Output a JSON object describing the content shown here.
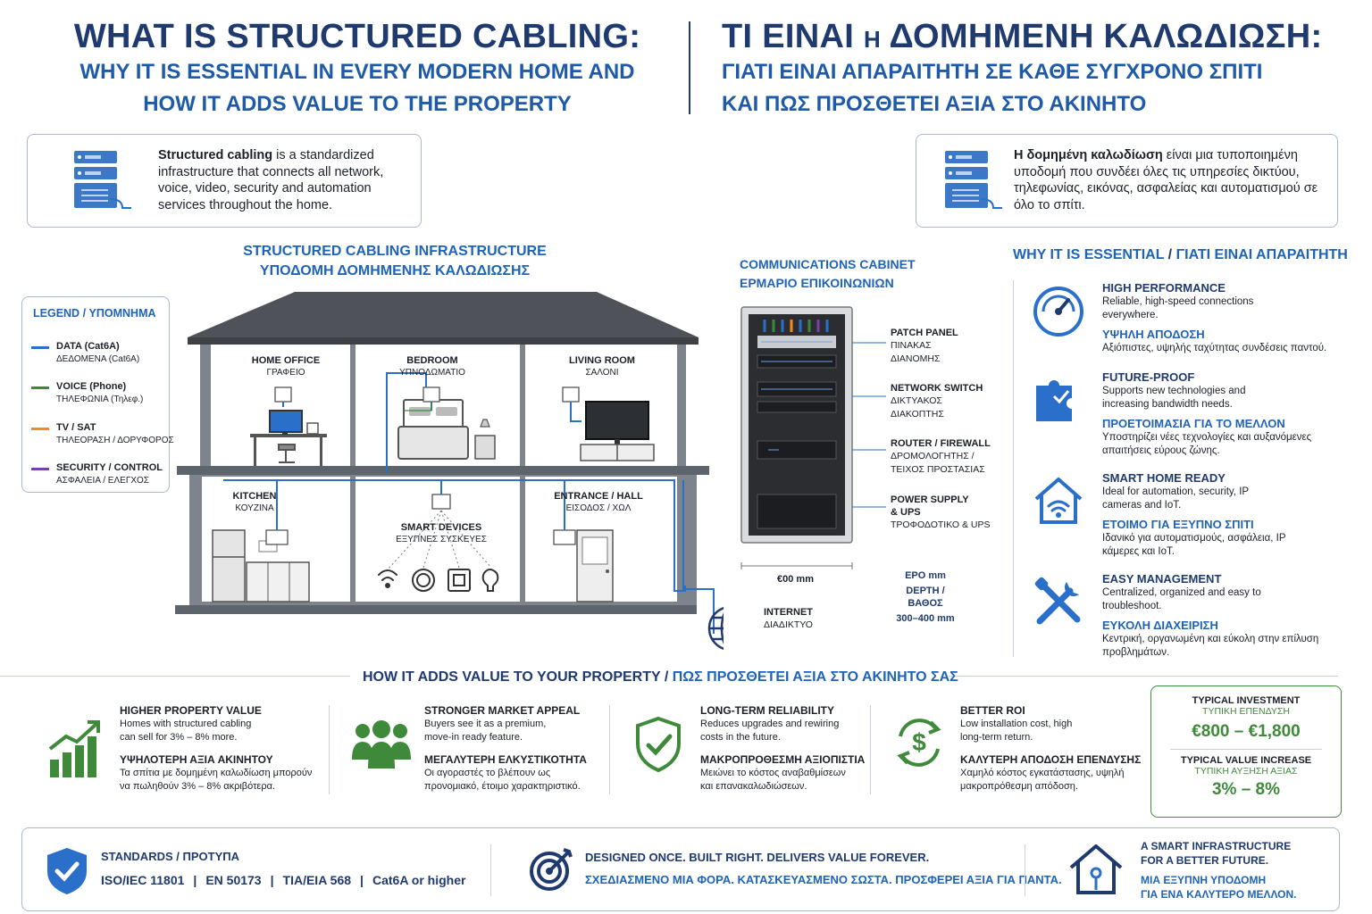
{
  "title_en": {
    "line1": "WHAT IS STRUCTURED CABLING:",
    "line2": "WHY IT IS ESSENTIAL IN EVERY MODERN HOME AND",
    "line3": "HOW IT ADDS VALUE TO THE PROPERTY"
  },
  "title_gr": {
    "line1a": "ΤΙ ΕΙΝΑΙ ",
    "line1b": "Η",
    "line1c": " ΔΟΜΗΜΕΝΗ ΚΑΛΩΔΙΩΣΗ:",
    "line2": "ΓΙΑΤΙ ΕΙΝΑΙ ΑΠΑΡΑΙΤΗΤΗ ΣΕ ΚΑΘΕ ΣΥΓΧΡΟΝΟ ΣΠΙΤΙ",
    "line3": "ΚΑΙ ΠΩΣ ΠΡΟΣΘΕΤΕΙ ΑΞΙΑ ΣΤΟ ΑΚΙΝΗΤΟ"
  },
  "intro_en": {
    "bold": "Structured cabling",
    "rest": " is a standardized infrastructure that connects all network, voice, video, security and automation services throughout the home."
  },
  "intro_gr": {
    "bold": "Η δομημένη καλωδίωση",
    "rest": " είναι μια τυποποιημένη υποδομή που συνδέει όλες τις υπηρεσίες δικτύου, τηλεφωνίας, εικόνας, ασφαλείας και αυτοματισμού σε όλο το σπίτι."
  },
  "infra": {
    "title_en": "STRUCTURED CABLING INFRASTRUCTURE",
    "title_gr": "ΥΠΟΔΟΜΗ ΔΟΜΗΜΕΝΗΣ ΚΑΛΩΔΙΩΣΗΣ"
  },
  "legend": {
    "title_en": "LEGEND",
    "sep": " / ",
    "title_gr": "ΥΠΟΜΝΗΜΑ",
    "items": [
      {
        "en": "DATA (Cat6A)",
        "gr": "ΔΕΔΟΜΕΝΑ (Cat6A)",
        "color": "#2a6fc9"
      },
      {
        "en": "VOICE (Phone)",
        "gr": "ΤΗΛΕΦΩΝΙΑ (Τηλεφ.)",
        "color": "#3e8a3a"
      },
      {
        "en": "TV / SAT",
        "gr": "ΤΗΛΕΟΡΑΣΗ / ΔΟΡΥΦΟΡΟΣ",
        "color": "#f28c1b"
      },
      {
        "en": "SECURITY / CONTROL",
        "gr": "ΑΣΦΑΛΕΙΑ / ΕΛΕΓΧΟΣ",
        "color": "#7a3fb0"
      }
    ]
  },
  "rooms": {
    "office": {
      "en": "HOME OFFICE",
      "gr": "ΓΡΑΦΕΙΟ"
    },
    "bedroom": {
      "en": "BEDROOM",
      "gr": "ΥΠΝΟΔΩΜΑΤΙΟ"
    },
    "living": {
      "en": "LIVING ROOM",
      "gr": "ΣΑΛΟΝΙ"
    },
    "kitchen": {
      "en": "KITCHEN",
      "gr": "ΚΟΥΖΙΝΑ"
    },
    "smart": {
      "en": "SMART DEVICES",
      "gr": "ΕΞΥΠΝΕΣ ΣΥΣΚΕΥΕΣ"
    },
    "entrance": {
      "en": "ENTRANCE / HALL",
      "gr": "ΕΙΣΟΔΟΣ / ΧΩΛ"
    }
  },
  "internet": {
    "en": "INTERNET",
    "gr": "ΔΙΑΔΙΚΤΥΟ"
  },
  "cabinet": {
    "title_en": "COMMUNICATIONS CABINET",
    "title_gr": "ΕΡΜΑΡΙΟ ΕΠΙΚΟΙΝΩΝΙΩΝ",
    "labels": [
      {
        "en": "PATCH PANEL",
        "gr": "ΠΙΝΑΚΑΣ ΔΙΑΝΟΜΗΣ"
      },
      {
        "en": "NETWORK SWITCH",
        "gr": "ΔΙΚΤΥΑΚΟΣ ΔΙΑΚΟΠΤΗΣ"
      },
      {
        "en": "ROUTER / FIREWALL",
        "gr": "ΔΡΟΜΟΛΟΓΗΤΗΣ / ΤΕΙΧΟΣ ΠΡΟΣΤΑΣΙΑΣ"
      },
      {
        "en": "POWER SUPPLY & UPS",
        "gr": "ΤΡΟΦΟΔΟΤΙΚΟ & UPS"
      }
    ],
    "width": "€00 mm",
    "depth_top": "ΕΡΟ mm",
    "depth_label": "DEPTH / ΒΑΘΟΣ",
    "depth_value": "300–400 mm"
  },
  "essential": {
    "title_en": "WHY IT IS ESSENTIAL",
    "sep": " / ",
    "title_gr": "ΓΙΑΤΙ ΕΙΝΑΙ ΑΠΑΡΑΙΤΗΤΗ",
    "items": [
      {
        "icon": "gauge-icon",
        "en_t": "HIGH PERFORMANCE",
        "en_d": "Reliable, high-speed connections everywhere.",
        "gr_t": "ΥΨΗΛΗ ΑΠΟΔΟΣΗ",
        "gr_d": "Αξιόπιστες, υψηλής ταχύτητας συνδέσεις παντού."
      },
      {
        "icon": "puzzle-icon",
        "en_t": "FUTURE-PROOF",
        "en_d": "Supports new technologies and increasing bandwidth needs.",
        "gr_t": "ΠΡΟΕΤΟΙΜΑΣΙΑ ΓΙΑ ΤΟ ΜΕΛΛΟΝ",
        "gr_d": "Υποστηρίζει νέες τεχνολογίες και αυξανόμενες απαιτήσεις εύρους ζώνης."
      },
      {
        "icon": "smart-home-icon",
        "en_t": "SMART HOME READY",
        "en_d": "Ideal for automation, security, IP cameras and IoT.",
        "gr_t": "ΕΤΟΙΜΟ ΓΙΑ ΕΞΥΠΝΟ ΣΠΙΤΙ",
        "gr_d": "Ιδανικό για αυτοματισμούς, ασφάλεια, IP κάμερες και IoT."
      },
      {
        "icon": "tools-icon",
        "en_t": "EASY MANAGEMENT",
        "en_d": "Centralized, organized and easy to troubleshoot.",
        "gr_t": "ΕΥΚΟΛΗ ΔΙΑΧΕΙΡΙΣΗ",
        "gr_d": "Κεντρική, οργανωμένη και εύκολη στην επίλυση προβλημάτων."
      }
    ]
  },
  "value": {
    "title_en": "HOW IT ADDS VALUE TO YOUR PROPERTY",
    "sep": " / ",
    "title_gr": "ΠΩΣ ΠΡΟΣΘΕΤΕΙ ΑΞΙΑ ΣΤΟ ΑΚΙΝΗΤΟ ΣΑΣ",
    "items": [
      {
        "icon": "growth-chart-icon",
        "en_t": "HIGHER PROPERTY VALUE",
        "en_d": "Homes with structured cabling can sell for 3% – 8% more.",
        "gr_t": "ΥΨΗΛΟΤΕΡΗ ΑΞΙΑ ΑΚΙΝΗΤΟΥ",
        "gr_d": "Τα σπίτια με δομημένη καλωδίωση μπορούν να πωληθούν 3% – 8% ακριβότερα."
      },
      {
        "icon": "people-icon",
        "en_t": "STRONGER MARKET APPEAL",
        "en_d": "Buyers see it as a premium, move-in ready feature.",
        "gr_t": "ΜΕΓΑΛΥΤΕΡΗ ΕΛΚΥΣΤΙΚΟΤΗΤΑ",
        "gr_d": "Οι αγοραστές το βλέπουν ως προνομιακό, έτοιμο χαρακτηριστικό."
      },
      {
        "icon": "shield-check-icon",
        "en_t": "LONG-TERM RELIABILITY",
        "en_d": "Reduces upgrades and rewiring costs in the future.",
        "gr_t": "ΜΑΚΡΟΠΡΟΘΕΣΜΗ ΑΞΙΟΠΙΣΤΙΑ",
        "gr_d": "Μειώνει το κόστος αναβαθμίσεων και επανακαλωδιώσεων."
      },
      {
        "icon": "dollar-cycle-icon",
        "en_t": "BETTER ROI",
        "en_d": "Low installation cost, high long-term return.",
        "gr_t": "ΚΑΛΥΤΕΡΗ ΑΠΟΔΟΣΗ ΕΠΕΝΔΥΣΗΣ",
        "gr_d": "Χαμηλό κόστος εγκατάστασης, υψηλή μακροπρόθεσμη απόδοση."
      }
    ]
  },
  "investment": {
    "inv_en": "TYPICAL INVESTMENT",
    "inv_gr": "ΤΥΠΙΚΗ ΕΠΕΝΔΥΣΗ",
    "inv_val": "€800 – €1,800",
    "inc_en": "TYPICAL VALUE INCREASE",
    "inc_gr": "ΤΥΠΙΚΗ ΑΥΞΗΣΗ ΑΞΙΑΣ",
    "inc_val": "3% – 8%"
  },
  "footer": {
    "std_title": "STANDARDS / ΠΡΟΤΥΠΑ",
    "standards": [
      "ISO/IEC 11801",
      "EN 50173",
      "TIA/EIA 568",
      "Cat6A or higher"
    ],
    "slogan_en": "DESIGNED ONCE. BUILT RIGHT. DELIVERS VALUE FOREVER.",
    "slogan_gr": "ΣΧΕΔΙΑΣΜΕΝΟ ΜΙΑ ΦΟΡΑ. ΚΑΤΑΣΚΕΥΑΣΜΕΝΟ ΣΩΣΤΑ. ΠΡΟΣΦΕΡΕΙ ΑΞΙΑ ΓΙΑ ΠΑΝΤΑ.",
    "future_en1": "A SMART INFRASTRUCTURE",
    "future_en2": "FOR A BETTER FUTURE.",
    "future_gr1": "ΜΙΑ ΕΞΥΠΝΗ ΥΠΟΔΟΜΗ",
    "future_gr2": "ΓΙΑ ΕΝΑ ΚΑΛΥΤΕΡΟ ΜΕΛΛΟΝ."
  }
}
